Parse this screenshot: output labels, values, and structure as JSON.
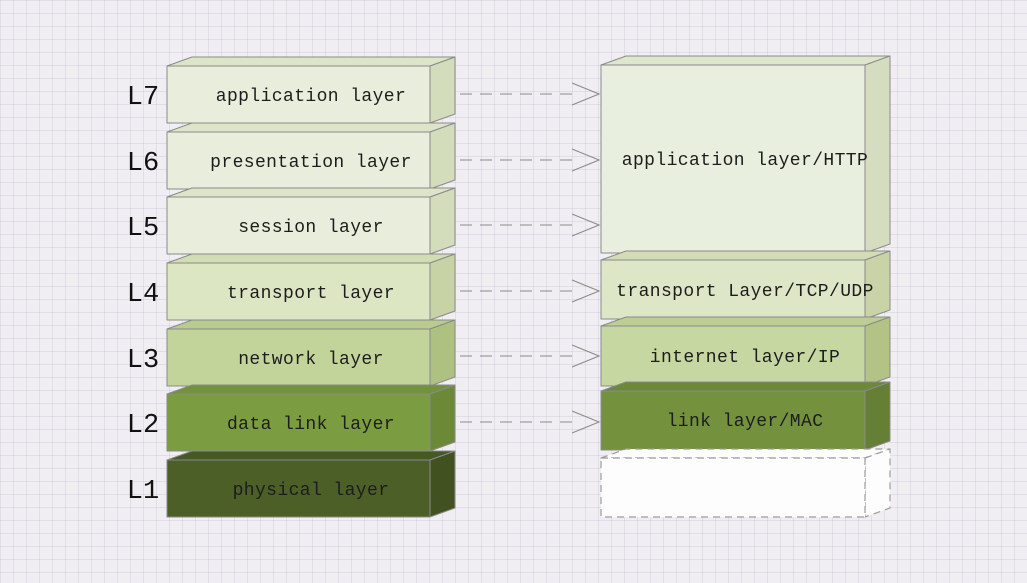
{
  "diagram": {
    "kind": "osi-vs-tcpip-layer-mapping"
  },
  "palette": {
    "background": "#f0eef3",
    "grid_line": "#bab4ca",
    "box_border": "#8a8a8a",
    "dashed_border": "#9d9d9d",
    "arrow": "#8b8b8b",
    "text": "#1d1d1d"
  },
  "osi": {
    "layers": [
      {
        "id": "L7",
        "label": "application layer",
        "color": "#e8eedb",
        "color_top": "#dde5c9",
        "color_side": "#d3ddbc"
      },
      {
        "id": "L6",
        "label": "presentation layer",
        "color": "#e8eedb",
        "color_top": "#dde5c9",
        "color_side": "#d3ddbc"
      },
      {
        "id": "L5",
        "label": "session layer",
        "color": "#e8eedb",
        "color_top": "#dde5c9",
        "color_side": "#d3ddbc"
      },
      {
        "id": "L4",
        "label": "transport layer",
        "color": "#dce6c3",
        "color_top": "#d1ddb2",
        "color_side": "#c7d3a4"
      },
      {
        "id": "L3",
        "label": "network layer",
        "color": "#c3d49b",
        "color_top": "#b9cb8d",
        "color_side": "#afc180"
      },
      {
        "id": "L2",
        "label": "data link layer",
        "color": "#7b9c41",
        "color_top": "#73923c",
        "color_side": "#6c8938"
      },
      {
        "id": "L1",
        "label": "physical layer",
        "color": "#4c5f26",
        "color_top": "#465823",
        "color_side": "#415120"
      }
    ]
  },
  "tcpip": {
    "layers": [
      {
        "label": "application layer/HTTP",
        "color": "#e9efde",
        "color_top": "#dee6cd",
        "color_side": "#d4ddc0",
        "dashed": false
      },
      {
        "label": "transport Layer/TCP/UDP",
        "color": "#dde7c7",
        "color_top": "#d2ddb6",
        "color_side": "#c8d3a8",
        "dashed": false
      },
      {
        "label": "internet layer/IP",
        "color": "#c7d7a1",
        "color_top": "#bdcd93",
        "color_side": "#b3c386",
        "dashed": false
      },
      {
        "label": "link layer/MAC",
        "color": "#74923d",
        "color_top": "#6c8838",
        "color_side": "#657f34",
        "dashed": false
      },
      {
        "label": "",
        "color": "#fdfdfd",
        "color_top": "#fdfdfd",
        "color_side": "#fdfdfd",
        "dashed": true
      }
    ]
  },
  "mappings": [
    {
      "from": "L7",
      "to": "application layer/HTTP"
    },
    {
      "from": "L6",
      "to": "application layer/HTTP"
    },
    {
      "from": "L5",
      "to": "application layer/HTTP"
    },
    {
      "from": "L4",
      "to": "transport Layer/TCP/UDP"
    },
    {
      "from": "L3",
      "to": "internet layer/IP"
    },
    {
      "from": "L2",
      "to": "link layer/MAC"
    }
  ]
}
